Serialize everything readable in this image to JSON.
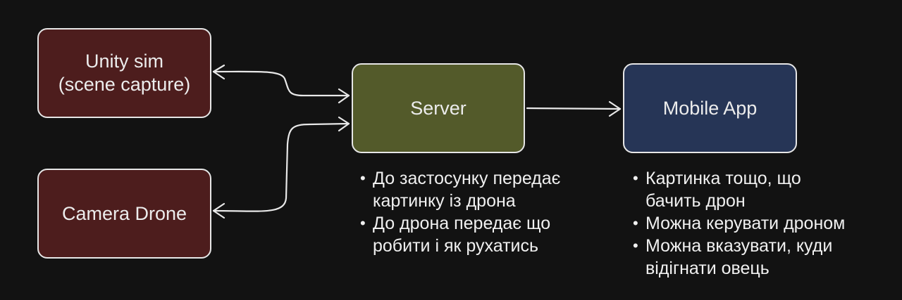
{
  "diagram": {
    "nodes": {
      "unity": {
        "label": "Unity sim\n(scene capture)",
        "fill": "#4d1d1d"
      },
      "camera": {
        "label": "Camera Drone",
        "fill": "#4d1d1d"
      },
      "server": {
        "label": "Server",
        "fill": "#535a2a"
      },
      "mobile": {
        "label": "Mobile App",
        "fill": "#263556"
      }
    },
    "edges": [
      {
        "from": "server",
        "to": "unity",
        "direction": "both"
      },
      {
        "from": "server",
        "to": "camera",
        "direction": "both"
      },
      {
        "from": "server",
        "to": "mobile",
        "direction": "forward"
      }
    ],
    "server_notes": [
      "До застосунку передає\nкартинку із дрона",
      "До дрона передає що\nробити і як рухатись"
    ],
    "mobile_notes": [
      "Картинка тощо, що\nбачить дрон",
      "Можна керувати дроном",
      "Можна вказувати, куди\nвідігнати овець"
    ],
    "colors": {
      "background": "#121212",
      "stroke": "#e6e6e6",
      "text": "#f2f2f2"
    }
  }
}
